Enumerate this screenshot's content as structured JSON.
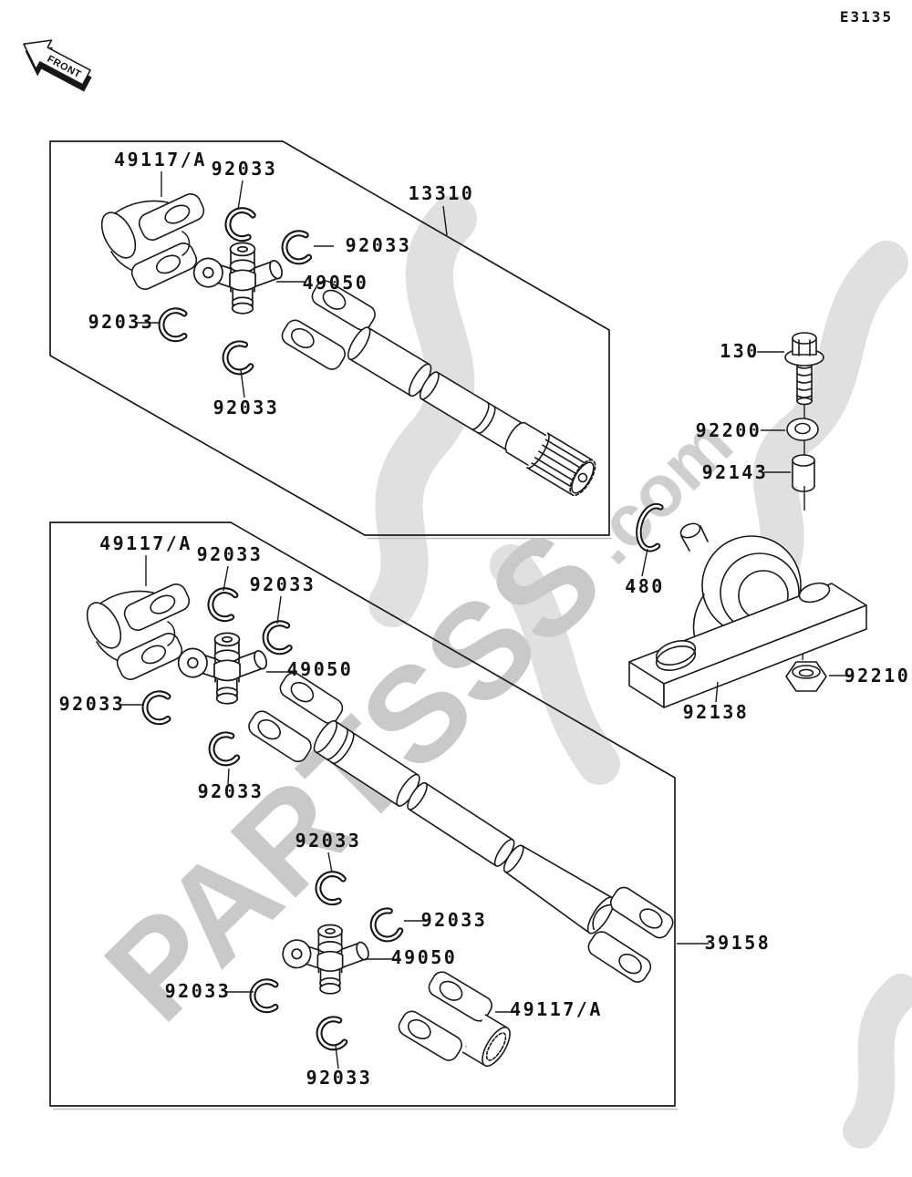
{
  "page": {
    "diagram_code": "E3135"
  },
  "front_arrow": {
    "label": "FRONT"
  },
  "watermark": {
    "brand": "PARTSSS",
    "suffix": ".com"
  },
  "labels": {
    "top_yoke": "49117/A",
    "top_clip_upper": "92033",
    "top_clip_right": "92033",
    "top_assembly": "13310",
    "top_clip_left": "92033",
    "top_cross": "49050",
    "top_clip_lower": "92033",
    "bolt": "130",
    "washer": "92200",
    "collar": "92143",
    "snap_ring": "480",
    "nut": "92210",
    "bearing_housing": "92138",
    "mid_yoke": "49117/A",
    "mid_clip_upper": "92033",
    "mid_clip_upper2": "92033",
    "mid_cross": "49050",
    "mid_clip_left": "92033",
    "mid_clip_lower": "92033",
    "shaft_clip_mid": "92033",
    "lower_clip_right": "92033",
    "lower_cross": "49050",
    "lower_clip_left": "92033",
    "end_yoke": "49117/A",
    "lower_clip_bottom": "92033",
    "bottom_assembly": "39158"
  }
}
